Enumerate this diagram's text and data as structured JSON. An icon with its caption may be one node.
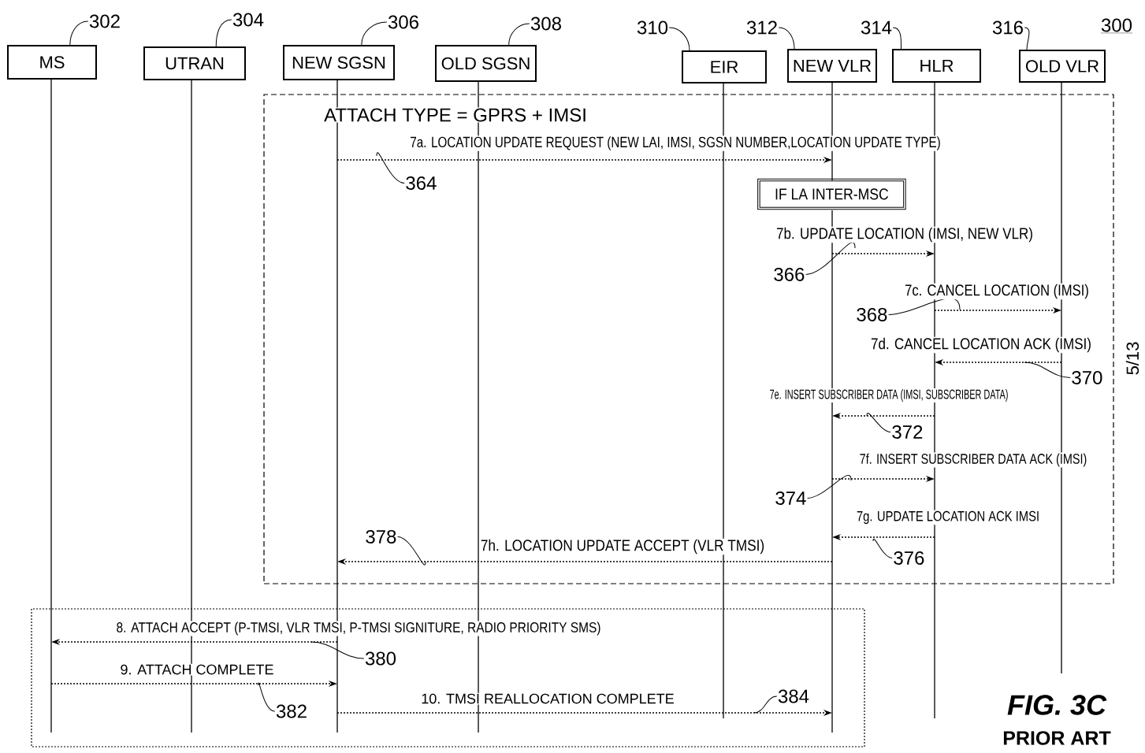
{
  "diagram": {
    "nodes": [
      {
        "text": [
          "MS"
        ]
      },
      {
        "text": [
          "UTRAN"
        ]
      },
      {
        "text": [
          "NEW SGSN"
        ]
      },
      {
        "text": [
          "OLD SGSN"
        ]
      },
      {
        "text": [
          "EIR"
        ]
      },
      {
        "text": [
          "NEW VLR"
        ]
      },
      {
        "text": [
          "HLR"
        ]
      },
      {
        "text": [
          "OLD VLR"
        ]
      },
      {
        "text": [],
        "shape": "bar"
      },
      {
        "text": [],
        "shape": "bar"
      },
      {
        "text": [],
        "shape": "bar"
      },
      {
        "text": [],
        "shape": "bar"
      },
      {
        "text": [],
        "shape": "bar"
      },
      {
        "text": [],
        "shape": "bar"
      },
      {
        "text": [],
        "shape": "bar"
      },
      {
        "text": [],
        "shape": "bar"
      },
      {
        "text": [
          "302"
        ]
      },
      {
        "text": [
          "304"
        ]
      },
      {
        "text": [
          "306"
        ]
      },
      {
        "text": [
          "308"
        ]
      },
      {
        "text": [
          "310"
        ]
      },
      {
        "text": [
          "312"
        ]
      },
      {
        "text": [
          "314"
        ]
      },
      {
        "text": [
          "316"
        ]
      },
      {
        "text": [
          "ATTACH TYPE = GPRS + IMSI"
        ]
      },
      {
        "text": [
          "IF LA INTER-MSC"
        ],
        "in": 24
      },
      {
        "text": [
          "364"
        ],
        "in": 24
      },
      {
        "text": [
          "366"
        ],
        "in": 24
      },
      {
        "text": [
          "368"
        ],
        "in": 24
      },
      {
        "text": [
          "370"
        ],
        "in": 24
      },
      {
        "text": [
          "372"
        ],
        "in": 24
      },
      {
        "text": [
          "374"
        ],
        "in": 24
      },
      {
        "text": [
          "376"
        ],
        "in": 24
      },
      {
        "text": [
          "378"
        ],
        "in": 24
      },
      {
        "text": [
          "380"
        ]
      },
      {
        "text": [
          "382"
        ]
      },
      {
        "text": [
          "384"
        ]
      },
      {
        "text": [],
        "shape": "bar"
      }
    ],
    "edges": [
      {
        "from": 10,
        "to": 37,
        "arrow": "to",
        "style": "dashed",
        "label": "7a. LOCATION UPDATE REQUEST (NEW LAI, IMSI, SGSN NUMBER,LOCATION UPDATE TYPE)"
      },
      {
        "from": 13,
        "to": 14,
        "arrow": "to",
        "style": "dashed",
        "label": "7b. UPDATE LOCATION (IMSI, NEW VLR)"
      },
      {
        "from": 14,
        "to": 15,
        "arrow": "to",
        "style": "dashed",
        "label": "7c. CANCEL LOCATION (IMSI)"
      },
      {
        "from": 15,
        "to": 14,
        "arrow": "to",
        "style": "dashed",
        "label": "7d. CANCEL LOCATION ACK (IMSI)"
      },
      {
        "from": 14,
        "to": 13,
        "arrow": "to",
        "style": "dashed",
        "label": "7e. INSERT SUBSCRIBER DATA (IMSI, SUBSCRIBER DATA)"
      },
      {
        "from": 13,
        "to": 14,
        "arrow": "to",
        "style": "dashed",
        "label": "7f. INSERT SUBSCRIBER DATA ACK (IMSI)"
      },
      {
        "from": 14,
        "to": 13,
        "arrow": "to",
        "style": "dashed",
        "label": "7g. UPDATE LOCATION ACK IMSI"
      },
      {
        "from": 13,
        "to": 10,
        "arrow": "to",
        "style": "dashed",
        "label": "7h. LOCATION UPDATE ACCEPT (VLR TMSI)"
      },
      {
        "from": 10,
        "to": 8,
        "arrow": "to",
        "style": "dashed",
        "label": "8. ATTACH ACCEPT (P-TMSI, VLR TMSI, P-TMSI SIGNITURE, RADIO PRIORITY SMS)"
      },
      {
        "from": 8,
        "to": 10,
        "arrow": "to",
        "style": "dashed",
        "label": "9. ATTACH COMPLETE"
      },
      {
        "from": 10,
        "to": 13,
        "arrow": "to",
        "style": "dashed",
        "label": "10. TMSI REALLOCATION COMPLETE"
      },
      {
        "from": 16,
        "to": 0,
        "arrow": "none"
      },
      {
        "from": 17,
        "to": 1,
        "arrow": "none"
      },
      {
        "from": 18,
        "to": 2,
        "arrow": "none"
      },
      {
        "from": 19,
        "to": 3,
        "arrow": "none"
      },
      {
        "from": 20,
        "to": 4,
        "arrow": "none"
      },
      {
        "from": 21,
        "to": 5,
        "arrow": "none"
      },
      {
        "from": 22,
        "to": 6,
        "arrow": "none"
      },
      {
        "from": 23,
        "to": 7,
        "arrow": "none"
      },
      {
        "from": 26,
        "to": null,
        "arrow": "none"
      },
      {
        "from": 27,
        "to": null,
        "arrow": "none"
      },
      {
        "from": 28,
        "to": null,
        "arrow": "none"
      },
      {
        "from": 29,
        "to": null,
        "arrow": "none"
      },
      {
        "from": 30,
        "to": null,
        "arrow": "none"
      },
      {
        "from": 31,
        "to": null,
        "arrow": "none"
      },
      {
        "from": 32,
        "to": null,
        "arrow": "none"
      },
      {
        "from": 33,
        "to": null,
        "arrow": "none"
      },
      {
        "from": 34,
        "to": null,
        "arrow": "none"
      },
      {
        "from": 35,
        "to": null,
        "arrow": "none"
      },
      {
        "from": 36,
        "to": null,
        "arrow": "none"
      }
    ],
    "labels": [
      "300",
      "5/13",
      "FIG. 3C",
      "PRIOR ART"
    ]
  }
}
